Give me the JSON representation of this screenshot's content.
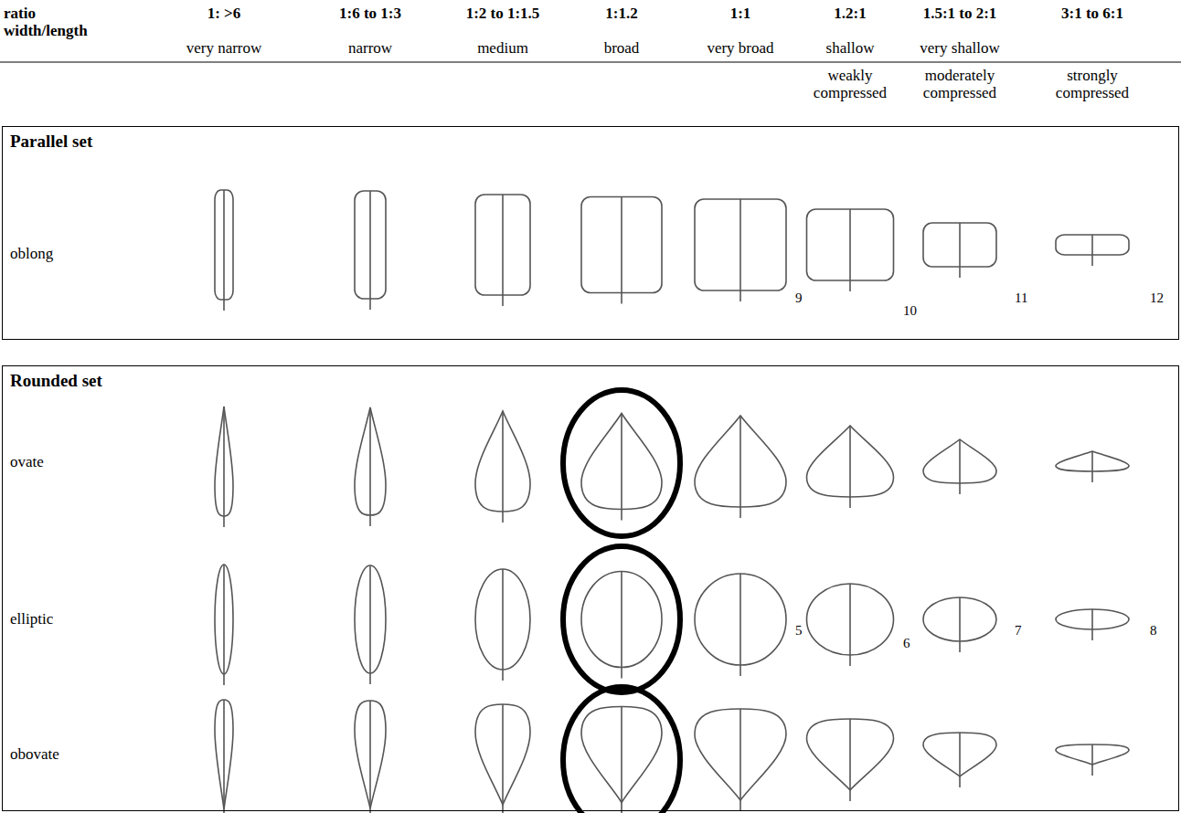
{
  "diagram": {
    "nodes": [
      {
        "text": [
          "Parallel set",
          "oblong"
        ]
      },
      {
        "text": [
          "Rounded set",
          "ovate",
          "elliptic",
          "obovate"
        ]
      }
    ],
    "labels": [
      "ratio width/length",
      "1: >6",
      "1:6 to 1:3",
      "1:2 to 1:1.5",
      "1:1.2",
      "1:1",
      "1.2:1",
      "1.5:1 to 2:1",
      "3:1 to 6:1",
      "very narrow",
      "narrow",
      "medium",
      "broad",
      "very broad",
      "shallow",
      "very shallow",
      "weakly compressed",
      "moderately compressed",
      "strongly compressed",
      "9",
      "10",
      "11",
      "12",
      "5",
      "6",
      "7",
      "8"
    ]
  }
}
